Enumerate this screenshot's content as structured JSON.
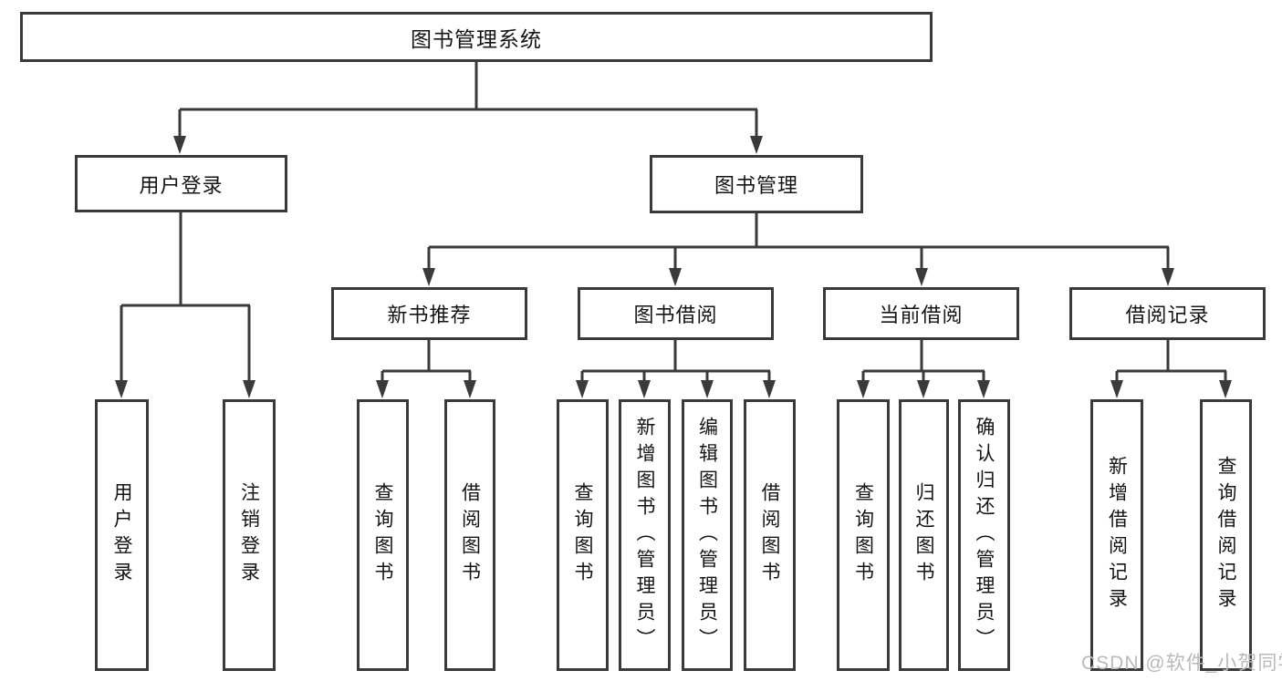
{
  "diagram": {
    "root": "图书管理系统",
    "branches": [
      {
        "label": "用户登录",
        "children": [
          "用户登录",
          "注销登录"
        ]
      },
      {
        "label": "图书管理"
      }
    ],
    "modules": [
      {
        "label": "新书推荐",
        "children": [
          "查询图书",
          "借阅图书"
        ]
      },
      {
        "label": "图书借阅",
        "children": [
          "查询图书",
          "新增图书（管理员）",
          "编辑图书（管理员）",
          "借阅图书"
        ]
      },
      {
        "label": "当前借阅",
        "children": [
          "查询图书",
          "归还图书",
          "确认归还（管理员）"
        ]
      },
      {
        "label": "借阅记录",
        "children": [
          "新增借阅记录",
          "查询借阅记录"
        ]
      }
    ]
  },
  "watermark": "CSDN @软件_小贺同学",
  "colors": {
    "line": "#3a3a3a",
    "text": "#141414",
    "watermark": "#b9b9b9",
    "bg": "#ffffff"
  }
}
